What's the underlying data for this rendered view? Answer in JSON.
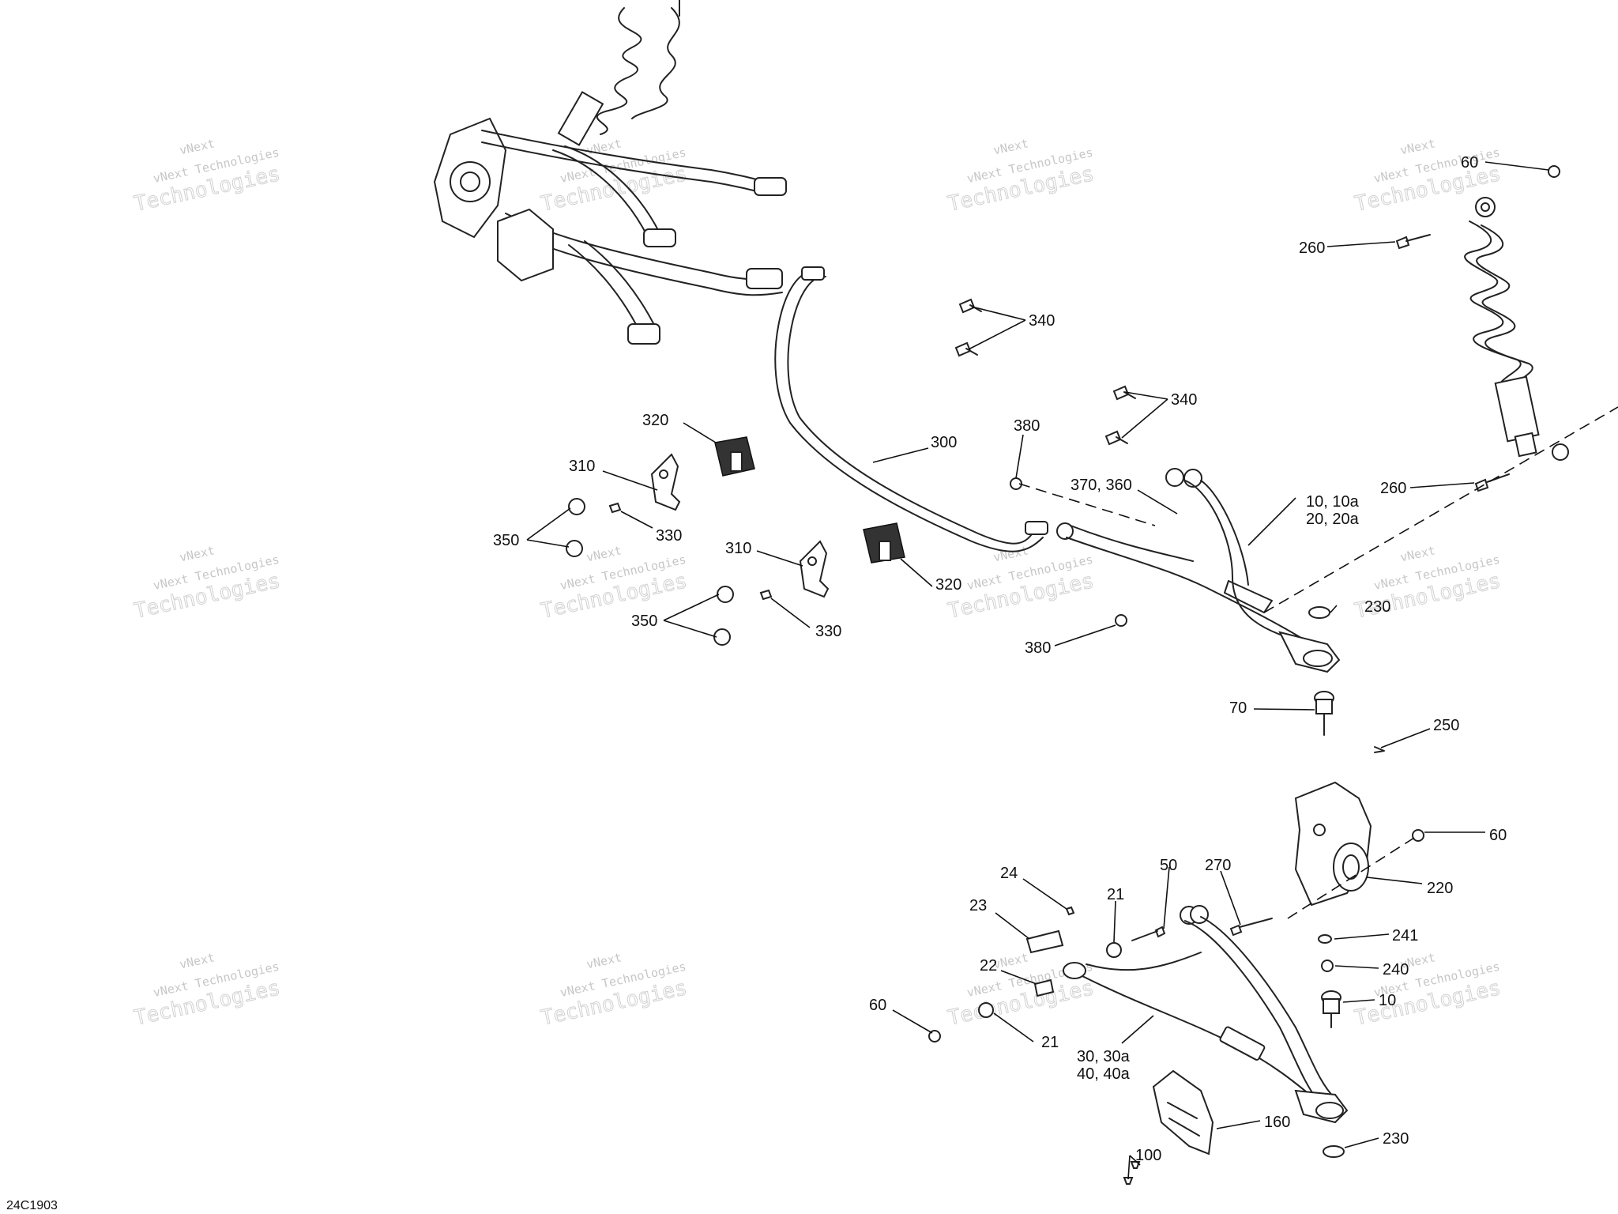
{
  "figure": {
    "reference_code": "24C1903"
  },
  "watermark": {
    "line1": "vNext",
    "line2": "vNext Technologies",
    "line3": "Technologies"
  },
  "callouts": {
    "c60_top": "60",
    "c260_top": "260",
    "c340_a": "340",
    "c340_b": "340",
    "c320_a": "320",
    "c300": "300",
    "c380_a": "380",
    "c310_a": "310",
    "c370_360": "370, 360",
    "c10_10a": "10, 10a",
    "c20_20a": "20, 20a",
    "c260_mid": "260",
    "c330_a": "330",
    "c350_a": "350",
    "c310_b": "310",
    "c320_b": "320",
    "c230_a": "230",
    "c350_b": "350",
    "c330_b": "330",
    "c380_b": "380",
    "c70": "70",
    "c250": "250",
    "c60_mid": "60",
    "c24": "24",
    "c50": "50",
    "c270": "270",
    "c220": "220",
    "c21_a": "21",
    "c23": "23",
    "c241": "241",
    "c22": "22",
    "c240": "240",
    "c10_b": "10",
    "c60_low": "60",
    "c21_b": "21",
    "c30_30a": "30, 30a",
    "c40_40a": "40, 40a",
    "c160": "160",
    "c230_b": "230",
    "c100": "100"
  }
}
